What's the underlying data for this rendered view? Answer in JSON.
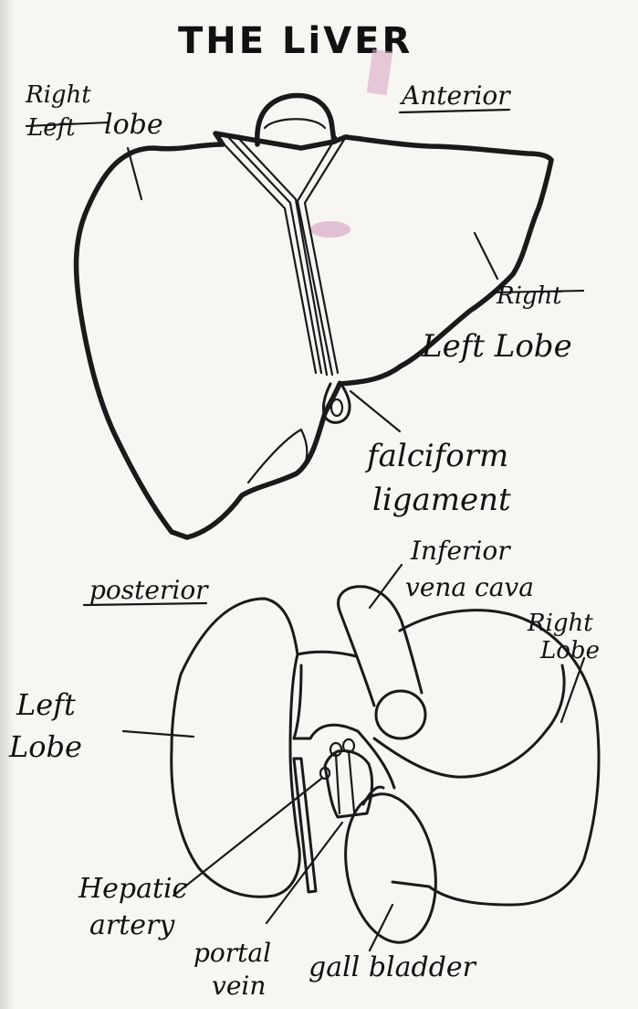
{
  "title": "THE LiVER",
  "anterior": {
    "heading": "Anterior",
    "labels": {
      "right_lobe_top_line1": "Right",
      "right_lobe_top_struck": "Left",
      "right_lobe_top_line2": "lobe",
      "struck_right": "Right",
      "left_lobe": "Left Lobe",
      "falciform_line1": "falciform",
      "falciform_line2": "ligament"
    }
  },
  "posterior": {
    "heading": "posterior",
    "labels": {
      "ivc_line1": "Inferior",
      "ivc_line2": "vena cava",
      "right_lobe_line1": "Right",
      "right_lobe_line2": "Lobe",
      "left_lobe_line1": "Left",
      "left_lobe_line2": "Lobe",
      "hepatic_line1": "Hepatic",
      "hepatic_line2": "artery",
      "portal_line1": "portal",
      "portal_line2": "vein",
      "gall_bladder": "gall bladder"
    }
  },
  "colors": {
    "ink": "#1a1a1a",
    "paper": "#f7f6f3",
    "smudge": "#d9a9c4"
  }
}
